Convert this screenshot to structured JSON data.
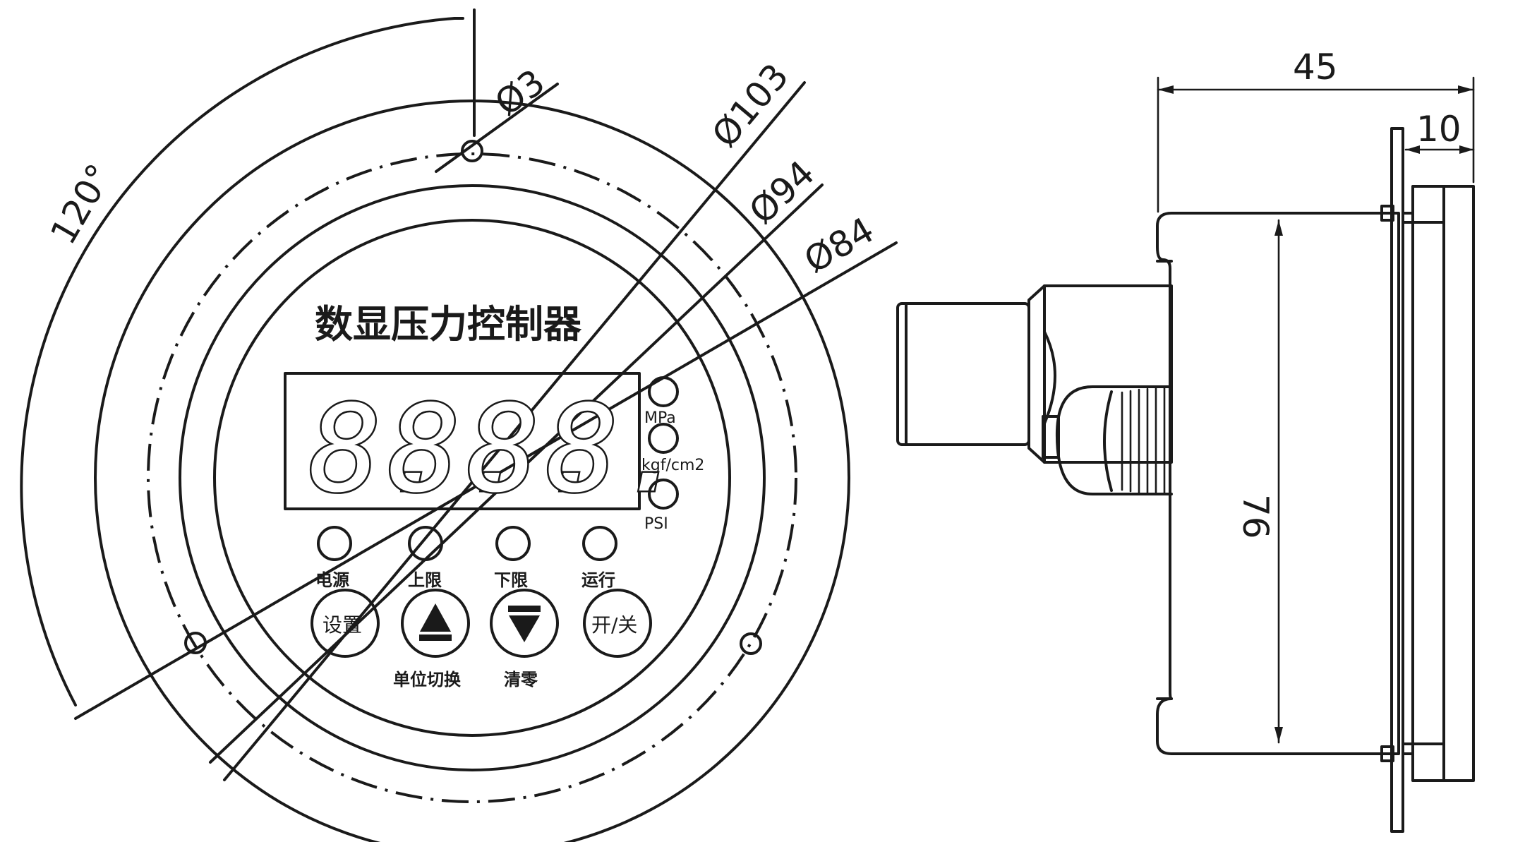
{
  "title": "数显压力控制器",
  "display": {
    "digits": [
      "8.",
      "8.",
      "8.",
      "8."
    ]
  },
  "units": {
    "mpa": "MPa",
    "kgf": "kgf/cm2",
    "psi": "PSI"
  },
  "indicators": {
    "power": "电源",
    "upper_limit": "上限",
    "lower_limit": "下限",
    "running": "运行"
  },
  "buttons": {
    "set": "设置",
    "on_off": "开/关",
    "up_caption": "单位切换",
    "down_caption": "清零"
  },
  "dimensions": {
    "hole": "Ø3",
    "d103": "Ø103",
    "d94": "Ø94",
    "d84": "Ø84",
    "angle": "120°",
    "depth_total": "45",
    "flange": "10",
    "height": "76"
  },
  "colors": {
    "line": "#1a1a1a",
    "background": "#ffffff"
  }
}
